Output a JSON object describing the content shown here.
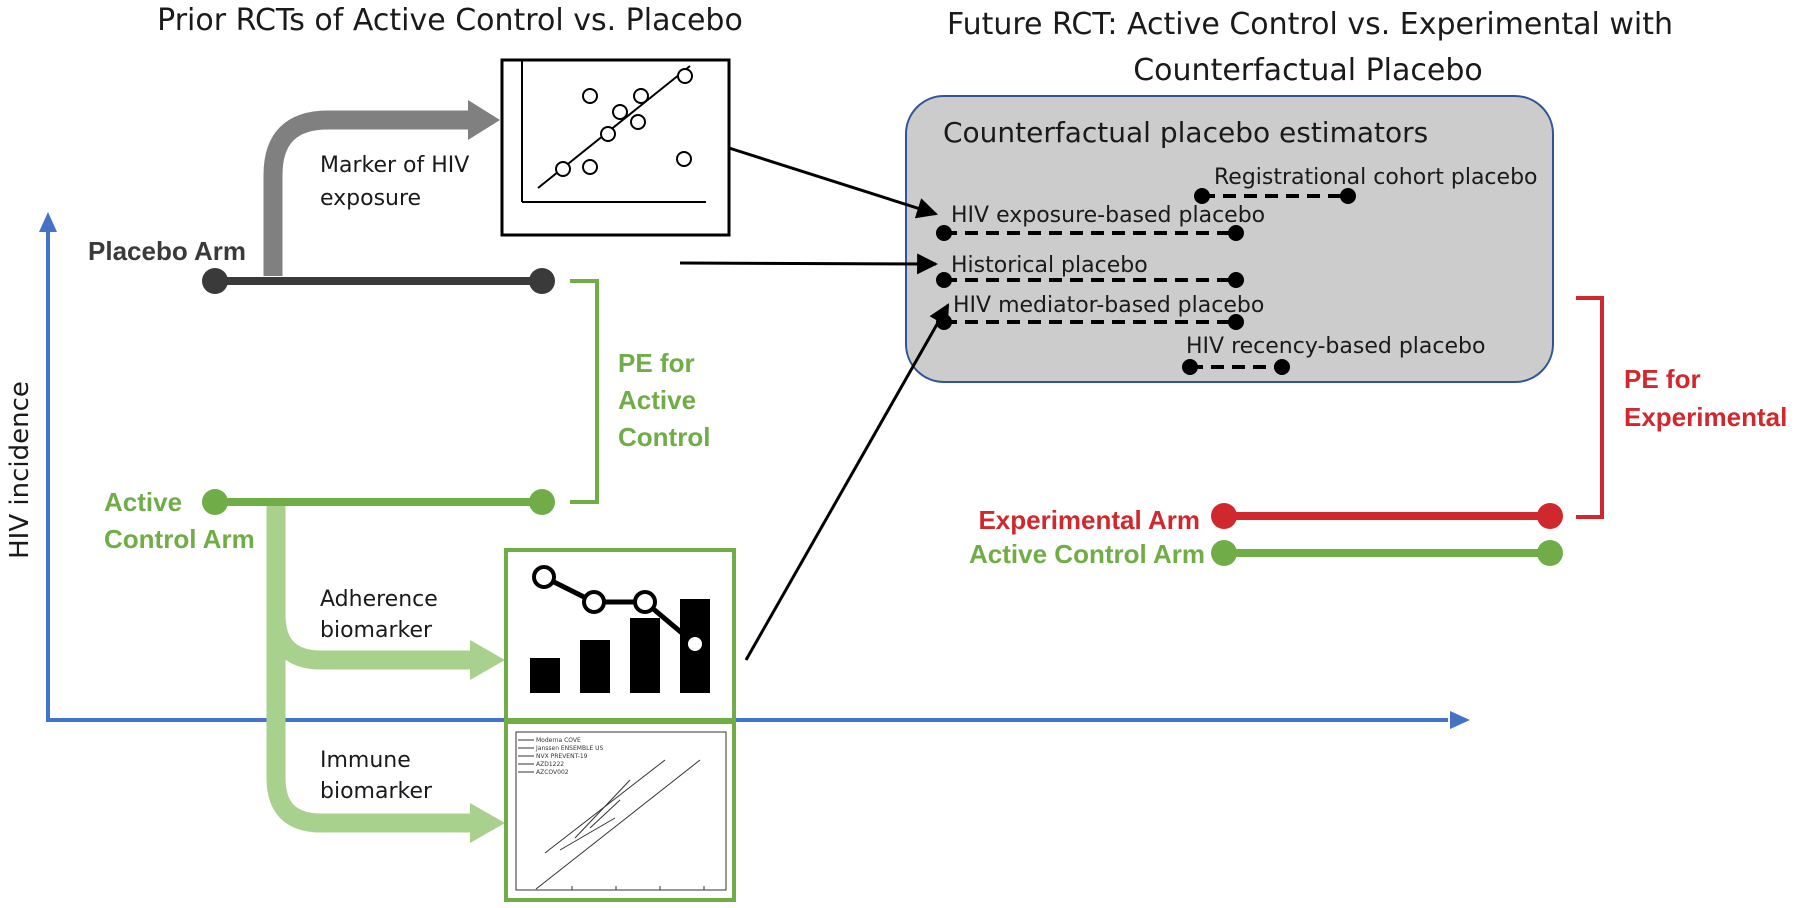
{
  "titles": {
    "left": "Prior RCTs of Active Control vs. Placebo",
    "right_line1": "Future RCT: Active Control vs. Experimental with",
    "right_line2": "Counterfactual Placebo"
  },
  "axis": {
    "y_label": "HIV incidence"
  },
  "left_panel": {
    "placebo_arm": "Placebo Arm",
    "active_control_arm_line1": "Active",
    "active_control_arm_line2": "Control Arm",
    "pe_line1": "PE for",
    "pe_line2": "Active",
    "pe_line3": "Control",
    "marker_line1": "Marker of HIV",
    "marker_line2": "exposure",
    "adherence_line1": "Adherence",
    "adherence_line2": "biomarker",
    "immune_line1": "Immune",
    "immune_line2": "biomarker"
  },
  "immune_legend": [
    "Moderna COVE",
    "Janssen ENSEMBLE US",
    "NVX PREVENT-19",
    "AZD1222",
    "AZCOV002"
  ],
  "estimators_box": {
    "title": "Counterfactual placebo estimators",
    "items": [
      {
        "label": "Registrational cohort placebo"
      },
      {
        "label": "HIV exposure-based placebo"
      },
      {
        "label": "Historical placebo"
      },
      {
        "label": "HIV mediator-based placebo"
      },
      {
        "label": "HIV recency-based placebo"
      }
    ]
  },
  "right_panel": {
    "pe_line1": "PE for",
    "pe_line2": "Experimental",
    "experimental_arm": "Experimental Arm",
    "active_control_arm": "Active Control Arm"
  },
  "colors": {
    "axis_blue": "#4472c4",
    "placebo_dark": "#3a3a3a",
    "active_green": "#70ad47",
    "light_green": "#a9d18e",
    "experimental_red": "#d0282d",
    "box_gray": "#cccccc",
    "box_border": "#2f5597",
    "gray_arrow": "#808080"
  }
}
